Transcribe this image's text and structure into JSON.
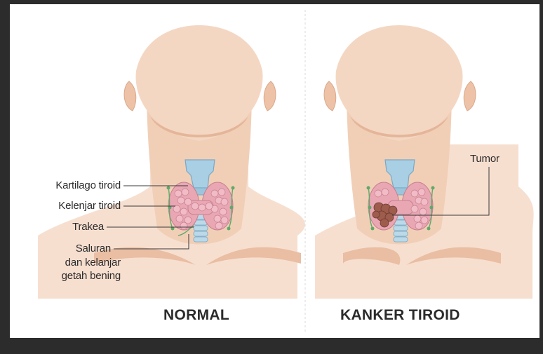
{
  "panels": {
    "normal": {
      "caption": "NORMAL",
      "labels": {
        "kartilago": "Kartilago tiroid",
        "kelenjar": "Kelenjar tiroid",
        "trakea": "Trakea",
        "saluran_1": "Saluran",
        "saluran_2": "dan kelanjar",
        "saluran_3": "getah bening"
      }
    },
    "cancer": {
      "caption": "KANKER TIROID",
      "labels": {
        "tumor": "Tumor"
      }
    }
  },
  "colors": {
    "skin": "#f3d3bd",
    "skin_shadow": "#e7b89c",
    "cartilage": "#a9cfe4",
    "thyroid": "#e9a7b4",
    "tumor": "#9d5c4c",
    "lymph": "#5fa96a"
  }
}
